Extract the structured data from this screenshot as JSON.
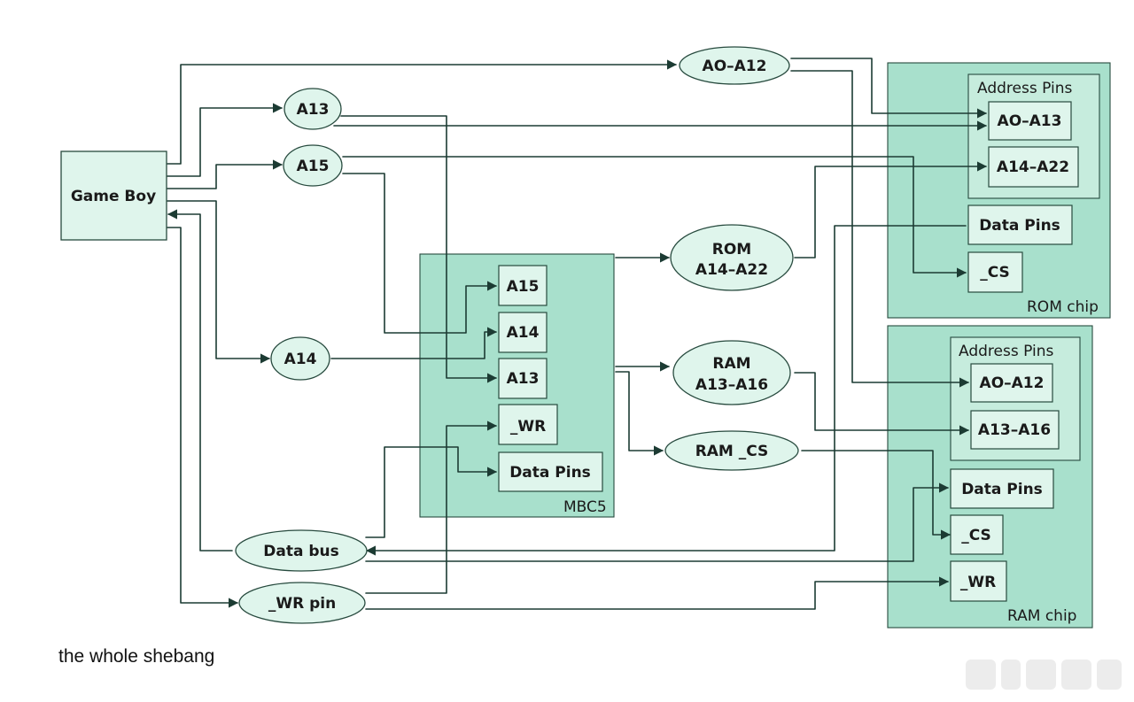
{
  "diagram": {
    "nodes": {
      "gameboy": "Game Boy",
      "a0_a12": "AO–A12",
      "a13": "A13",
      "a15": "A15",
      "a14": "A14",
      "rom_l1": "ROM",
      "rom_l2": "A14–A22",
      "ram_l1": "RAM",
      "ram_l2": "A13–A16",
      "ram_cs": "RAM _CS",
      "data_bus": "Data bus",
      "wr_pin": "_WR pin"
    },
    "mbc5": {
      "label": "MBC5",
      "pins": [
        "A15",
        "A14",
        "A13",
        "_WR",
        "Data Pins"
      ]
    },
    "rom_chip": {
      "label": "ROM chip",
      "address_group_label": "Address Pins",
      "address_pins": [
        "AO–A13",
        "A14–A22"
      ],
      "data_pins": "Data Pins",
      "cs": "_CS"
    },
    "ram_chip": {
      "label": "RAM chip",
      "address_group_label": "Address Pins",
      "address_pins": [
        "AO–A12",
        "A13–A16"
      ],
      "data_pins": "Data Pins",
      "cs": "_CS",
      "wr": "_WR"
    }
  },
  "caption": "the whole shebang",
  "colors": {
    "chip_fill": "#a8e0cc",
    "node_fill": "#dff5ec",
    "stroke": "#1c3b33"
  },
  "icons": [
    "toolbar-icons"
  ]
}
